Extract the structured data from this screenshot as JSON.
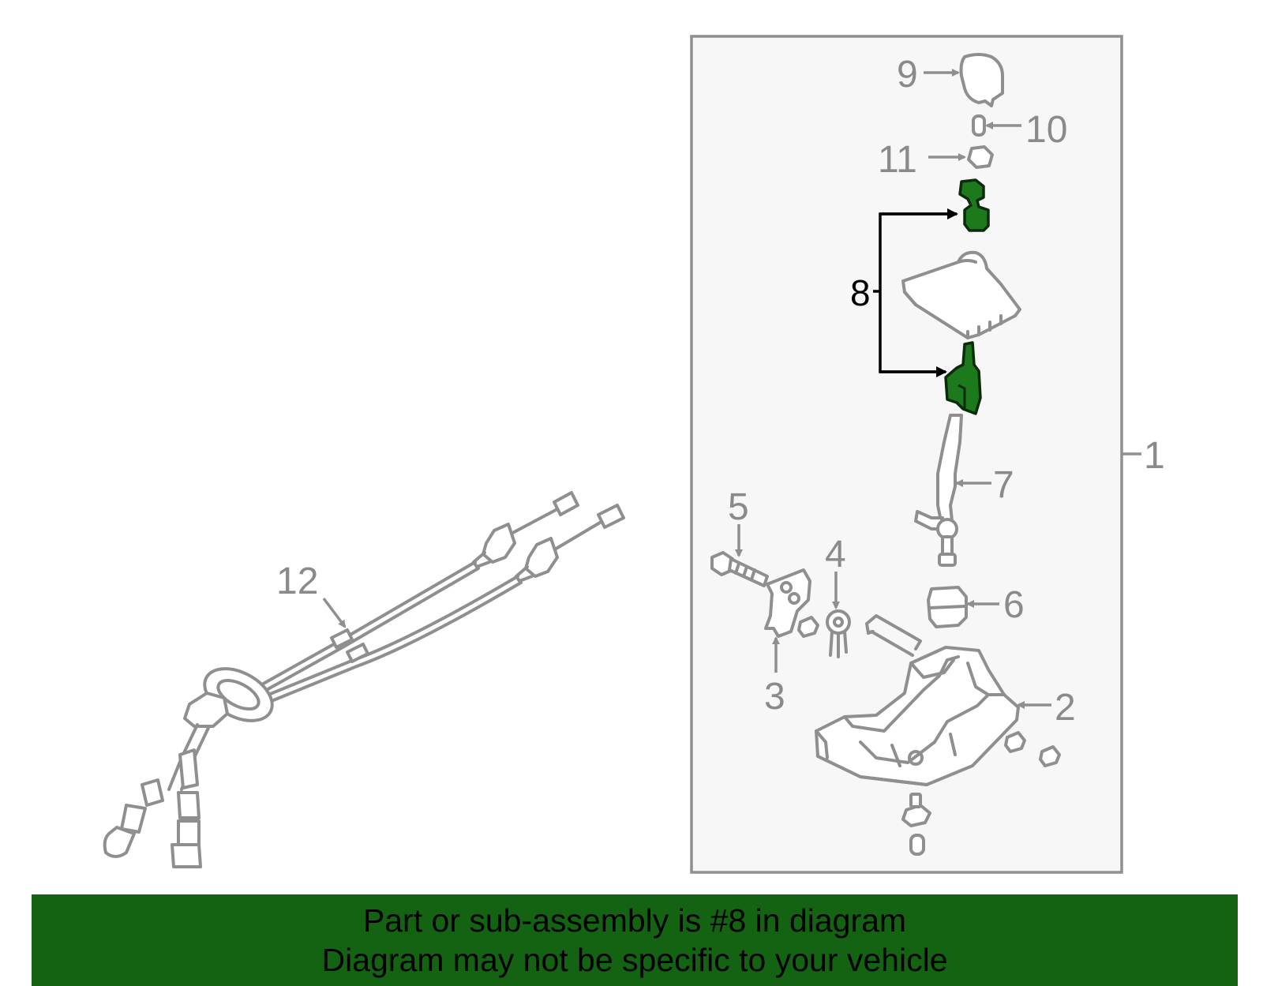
{
  "callouts": {
    "c1": "1",
    "c2": "2",
    "c3": "3",
    "c4": "4",
    "c5": "5",
    "c6": "6",
    "c7": "7",
    "c8": "8",
    "c9": "9",
    "c10": "10",
    "c11": "11",
    "c12": "12"
  },
  "banner": {
    "line1": "Part or sub-assembly is #8 in diagram",
    "line2": "Diagram may not be specific to your vehicle"
  },
  "colors": {
    "banner_bg": "#136313",
    "highlight_part": "#1c7a1c",
    "part_stroke": "#8f8f8f",
    "assembly_box_bg": "#f7f7f7"
  }
}
